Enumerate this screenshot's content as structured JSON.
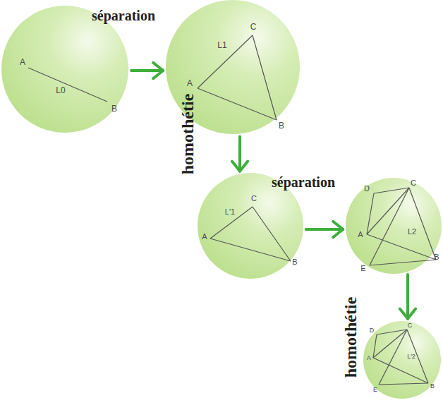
{
  "diagram": {
    "nodes": [
      {
        "text": [
          "A",
          "L0",
          "B"
        ]
      },
      {
        "text": [
          "L1",
          "C",
          "A",
          "B"
        ]
      },
      {
        "text": [
          "L'1",
          "C",
          "A",
          "B"
        ]
      },
      {
        "text": [
          "D",
          "C",
          "A",
          "L2",
          "E",
          "B"
        ]
      },
      {
        "text": [
          "D",
          "C",
          "A",
          "L'2",
          "E",
          "B"
        ]
      }
    ],
    "edges": [
      {
        "from": 0,
        "to": 1,
        "arrow": "to",
        "label": "séparation"
      },
      {
        "from": 1,
        "to": 2,
        "arrow": "to",
        "label": "homothétie"
      },
      {
        "from": 2,
        "to": 3,
        "arrow": "to",
        "label": "séparation"
      },
      {
        "from": 3,
        "to": 4,
        "arrow": "to",
        "label": "homothétie"
      }
    ]
  }
}
